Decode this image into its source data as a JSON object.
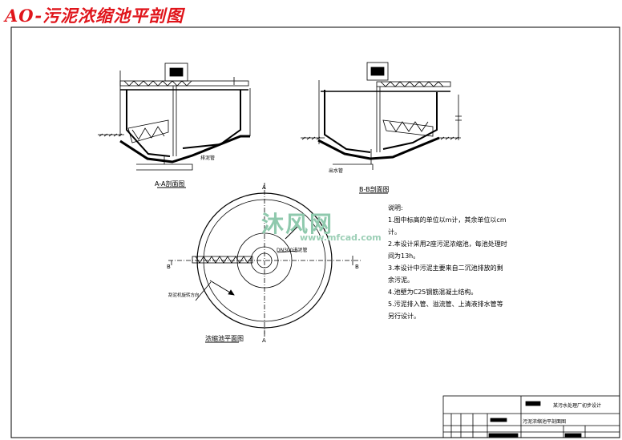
{
  "title": "AO-污泥浓缩池平剖图",
  "views": {
    "section_aa": "A-A剖面图",
    "section_bb": "B-B剖面图",
    "plan": "浓缩池平面图"
  },
  "notes": {
    "heading": "说明:",
    "items": [
      "1.图中标高的单位以m计，其余单位以cm计。",
      "2.本设计采用2座污泥浓缩池，每池处理时间为13h。",
      "3.本设计中污泥主要来自二沉池排放的剩余污泥。",
      "4.池壁为C25钢筋混凝土结构。",
      "5.污泥排入管、溢流管、上清液排水管等另行设计。"
    ]
  },
  "watermark": {
    "text": "沐风网",
    "url": "www.mfcad.com"
  },
  "section_markers": {
    "a": "A",
    "b": "B"
  },
  "labels": {
    "sludge_pipe": "排泥管",
    "outlet_pipe": "出水管",
    "center_pipe": "DN300进泥管",
    "flow_dir": "刮泥机旋转方向"
  },
  "title_block": {
    "project": "某污水处理厂初步设计",
    "drawing": "污泥浓缩池平剖面图"
  },
  "colors": {
    "title": "#e0151b",
    "line": "#000000",
    "watermark": "#8fc9ad"
  }
}
